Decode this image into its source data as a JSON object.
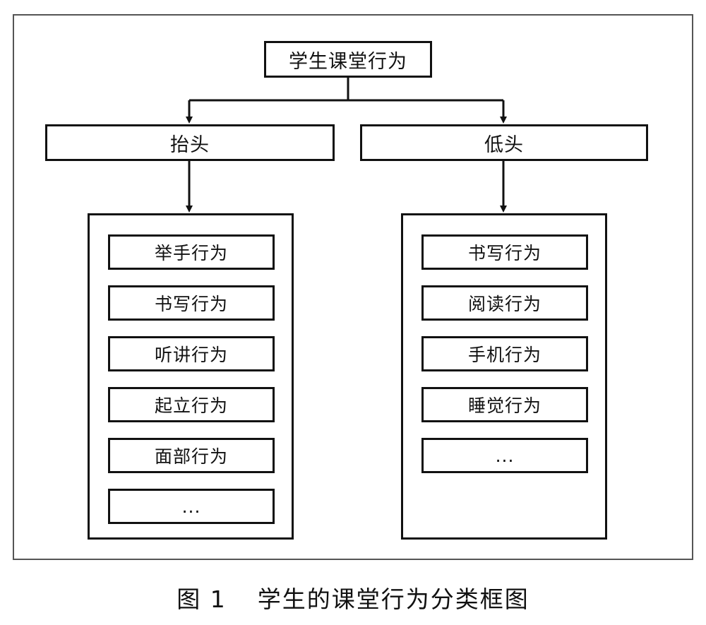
{
  "root": {
    "label": "学生课堂行为"
  },
  "categories": [
    {
      "label": "抬头",
      "items": [
        "举手行为",
        "书写行为",
        "听讲行为",
        "起立行为",
        "面部行为",
        "..."
      ]
    },
    {
      "label": "低头",
      "items": [
        "书写行为",
        "阅读行为",
        "手机行为",
        "睡觉行为",
        "..."
      ]
    }
  ],
  "caption": {
    "figure_number": "图 1",
    "title": "学生的课堂行为分类框图"
  }
}
